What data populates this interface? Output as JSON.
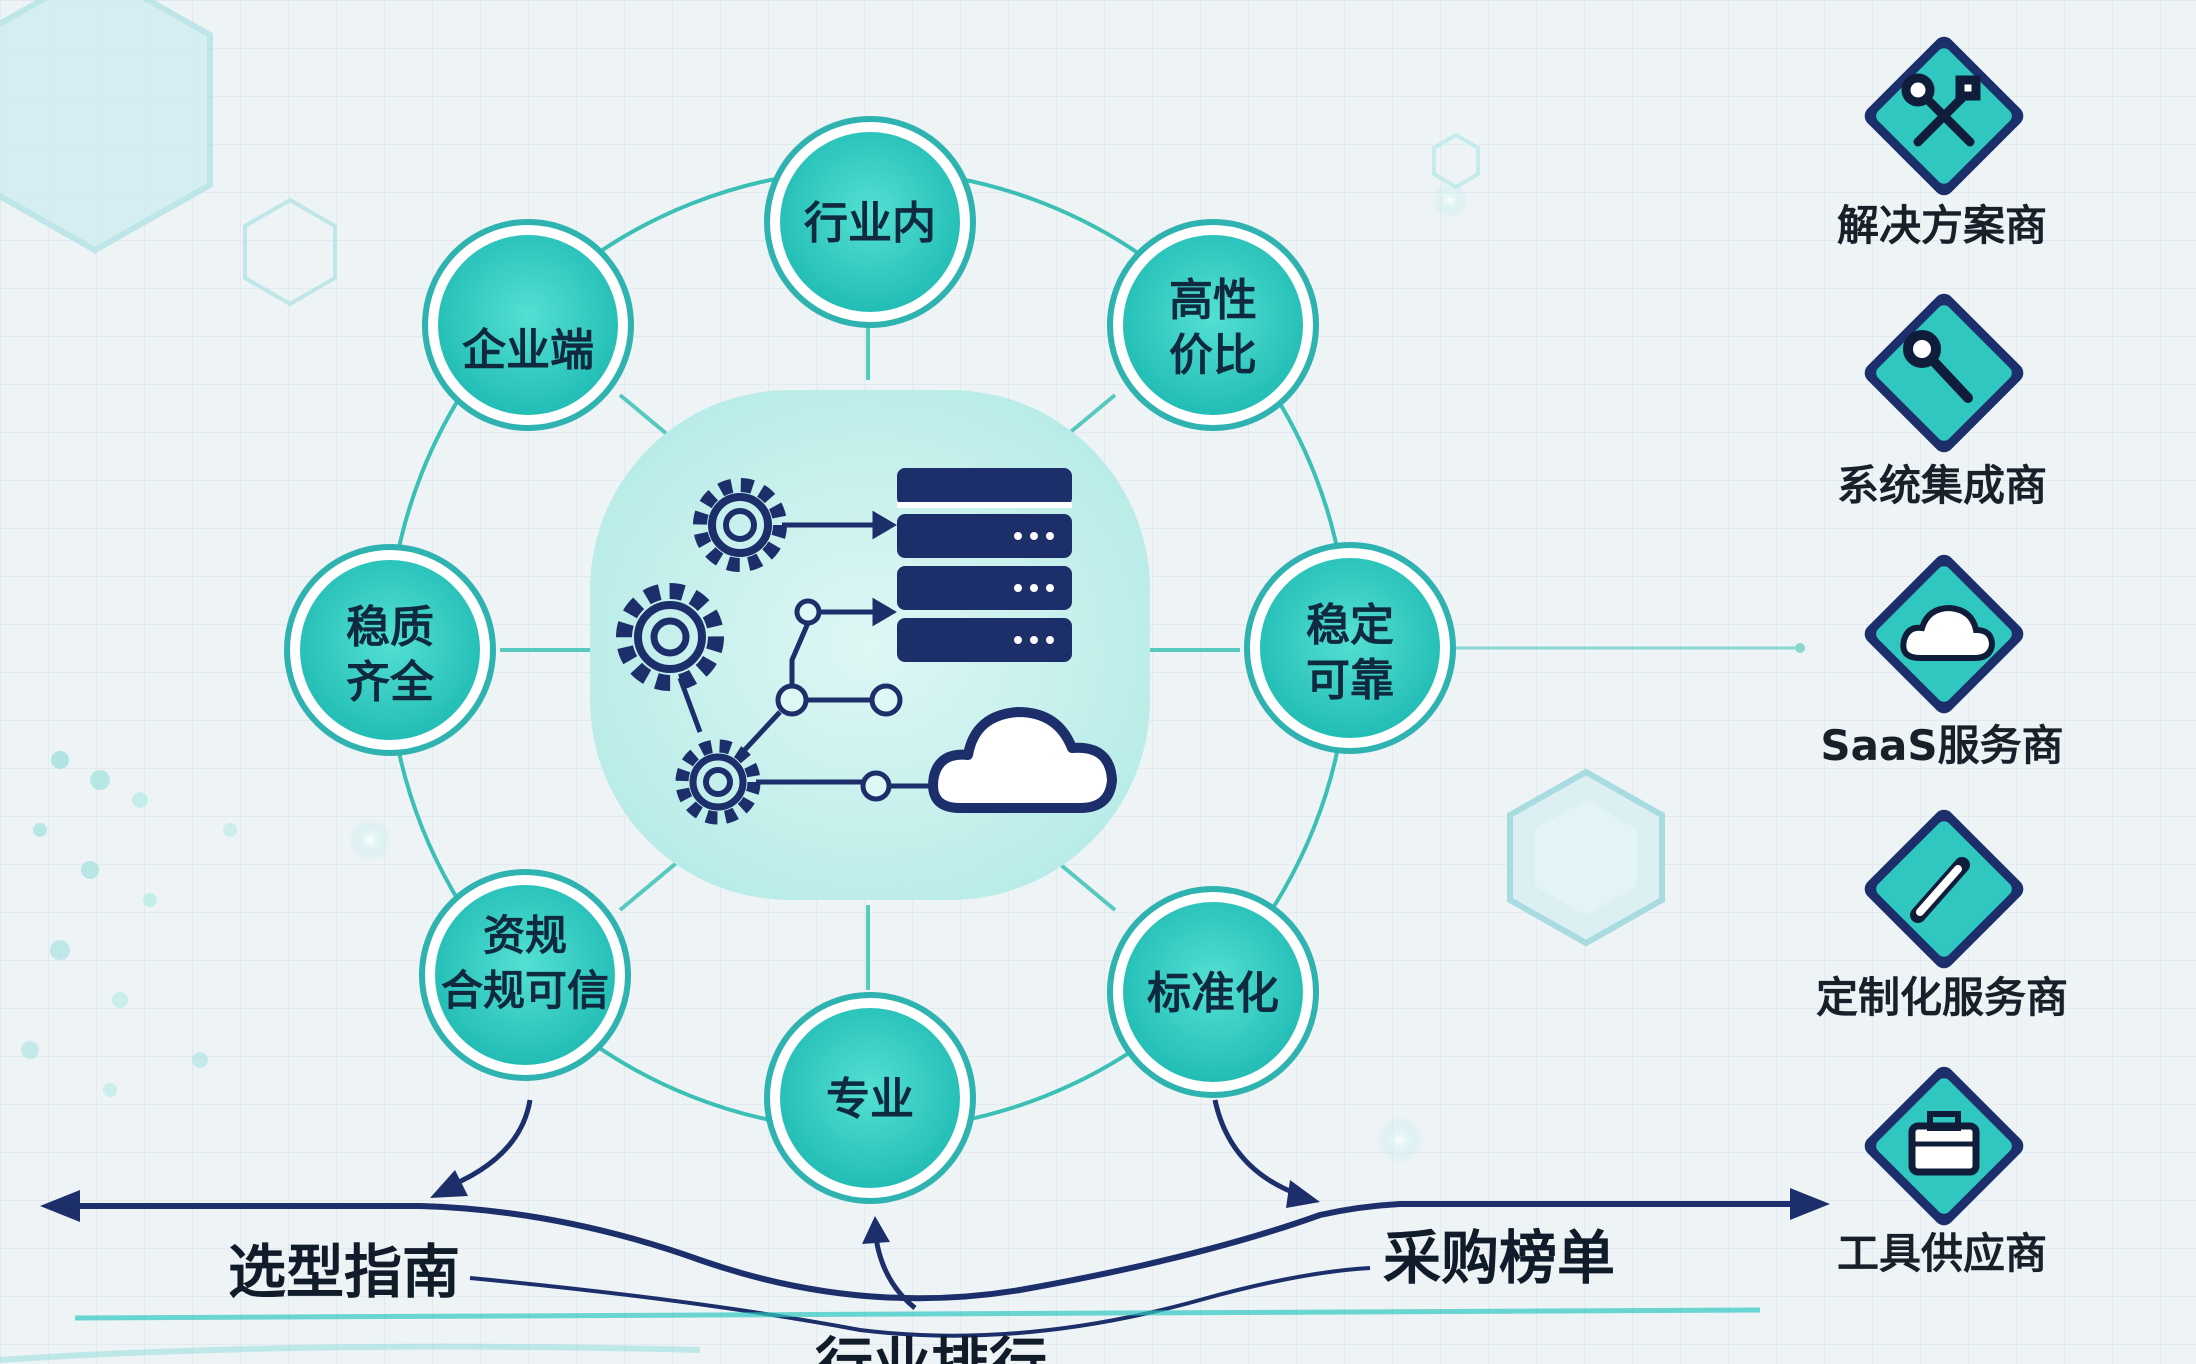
{
  "center": {
    "name": "system-hub"
  },
  "nodes": [
    {
      "lines": [
        "行业内"
      ]
    },
    {
      "lines": [
        "高性",
        "价比"
      ]
    },
    {
      "lines": [
        "稳定",
        "可靠"
      ]
    },
    {
      "lines": [
        "标准化"
      ]
    },
    {
      "lines": [
        "专业"
      ]
    },
    {
      "lines": [
        "资规",
        "合规可信"
      ]
    },
    {
      "lines": [
        "稳质",
        "齐全"
      ]
    },
    {
      "lines": [
        "企业端"
      ]
    }
  ],
  "providers": [
    {
      "label": "解决方案商",
      "icon": "wrench-screwdriver-icon"
    },
    {
      "label": "系统集成商",
      "icon": "wrench-icon"
    },
    {
      "label": "SaaS服务商",
      "icon": "cloud-icon"
    },
    {
      "label": "定制化服务商",
      "icon": "pen-icon"
    },
    {
      "label": "工具供应商",
      "icon": "toolbox-icon"
    }
  ],
  "bottom": {
    "left_label": "选型指南",
    "right_label": "采购榜单",
    "center_label": "行业排行"
  },
  "colors": {
    "teal": "#2fc7c0",
    "navy": "#1c2f6b",
    "ring": "#3cbfb5"
  }
}
